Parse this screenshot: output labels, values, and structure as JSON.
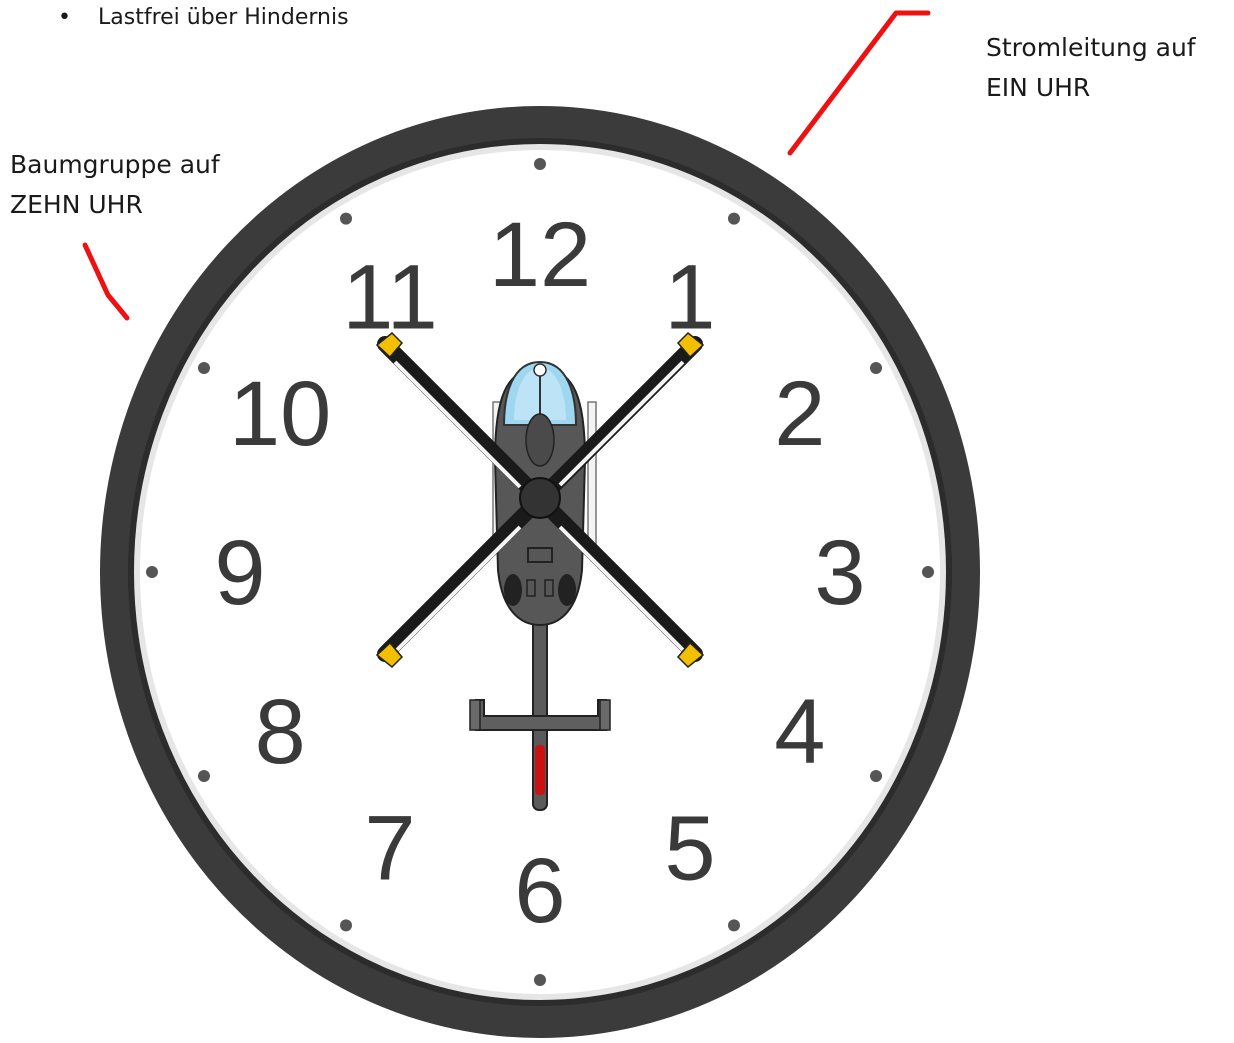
{
  "bullet": {
    "symbol": "•",
    "text": "Lastfrei über Hindernis"
  },
  "annotations": {
    "right": {
      "line1": "Stromleitung auf",
      "line2": "EIN UHR"
    },
    "left": {
      "line1": "Baumgruppe auf",
      "line2": "ZEHN UHR"
    }
  },
  "clock": {
    "numerals": [
      "12",
      "1",
      "2",
      "3",
      "4",
      "5",
      "6",
      "7",
      "8",
      "9",
      "10",
      "11"
    ],
    "frame_color": "#3a3a3a",
    "face_color": "#ffffff"
  },
  "colors": {
    "pointer_line": "#ee1111",
    "rotor_tip": "#f2c000",
    "canopy": "#9fd6f0",
    "fuselage": "#555555"
  },
  "icons": [
    "helicopter-icon",
    "clock-icon"
  ]
}
